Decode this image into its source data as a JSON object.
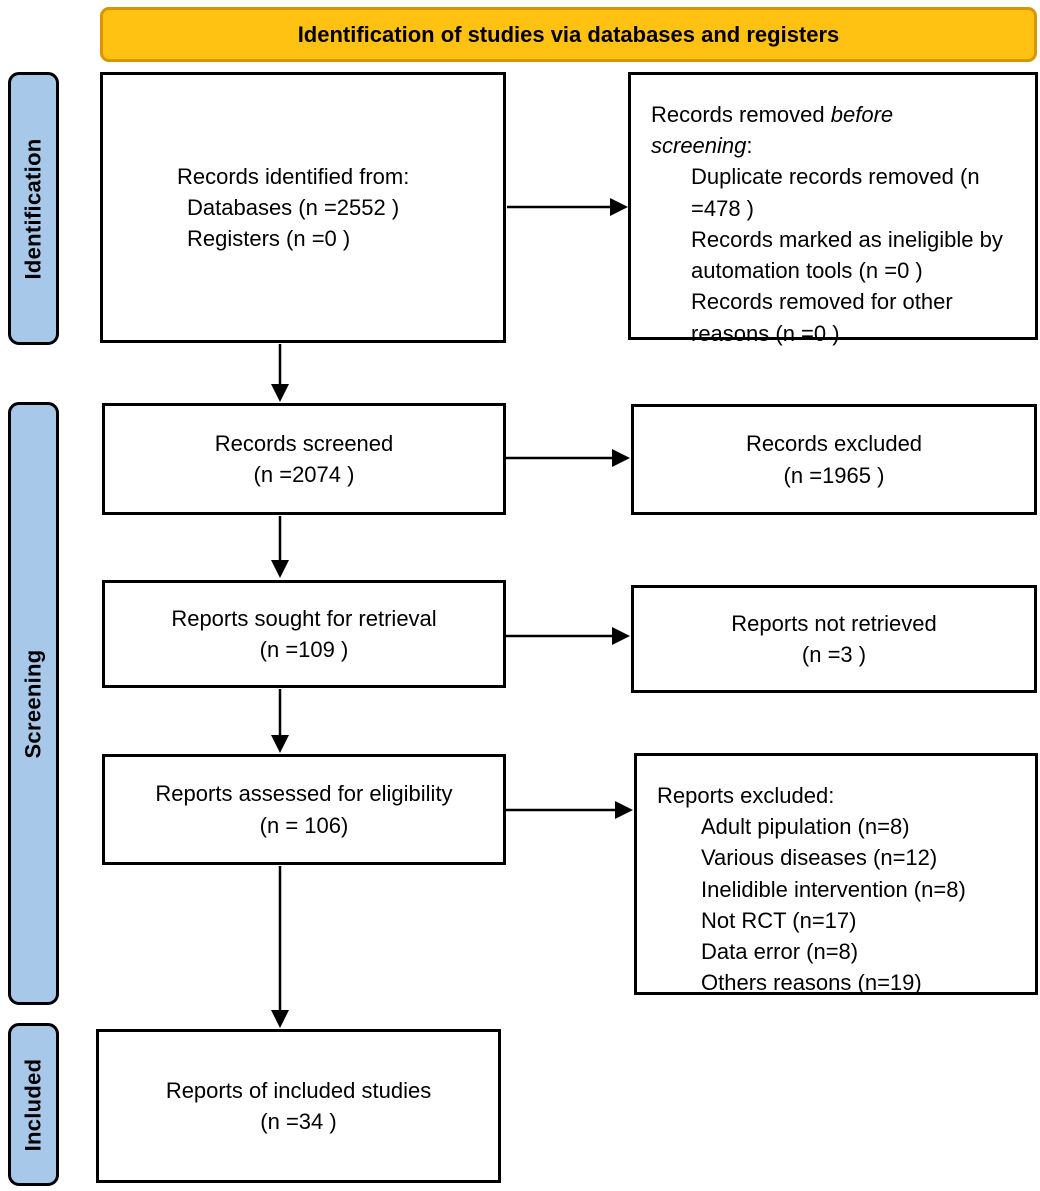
{
  "banner": {
    "title": "Identification of studies via databases and registers"
  },
  "stages": {
    "identification": "Identification",
    "screening": "Screening",
    "included": "Included"
  },
  "colors": {
    "banner_fill": "#FFC112",
    "banner_border": "#D79600",
    "stage_fill": "#A8C8EA",
    "box_border": "#000000"
  },
  "boxes": {
    "identified": {
      "lines": [
        "Records identified from:",
        "Databases (n =2552 )",
        "Registers (n =0 )"
      ]
    },
    "removed": {
      "intro_plain": "Records removed ",
      "intro_italic_line1": "before",
      "intro_italic_line2": "screening",
      "intro_colon": ":",
      "items": [
        "Duplicate records removed (n =478 )",
        "Records marked as ineligible by automation tools (n =0 )",
        "Records removed for other reasons (n =0 )"
      ]
    },
    "screened": {
      "lines": [
        "Records screened",
        "(n =2074 )"
      ]
    },
    "excluded": {
      "lines": [
        "Records excluded",
        "(n =1965 )"
      ]
    },
    "sought": {
      "lines": [
        "Reports sought for retrieval",
        "(n =109 )"
      ]
    },
    "not_retrieved": {
      "lines": [
        "Reports not retrieved",
        "(n =3 )"
      ]
    },
    "assessed": {
      "lines": [
        "Reports assessed for eligibility",
        "(n = 106)"
      ]
    },
    "reports_excluded": {
      "header": "Reports excluded:",
      "items": [
        "Adult pipulation (n=8)",
        "Various diseases (n=12)",
        "Inelidible intervention (n=8)",
        "Not RCT (n=17)",
        "Data error (n=8)",
        "Others reasons (n=19)"
      ]
    },
    "included_studies": {
      "lines": [
        "Reports of included studies",
        "(n =34 )"
      ]
    }
  }
}
